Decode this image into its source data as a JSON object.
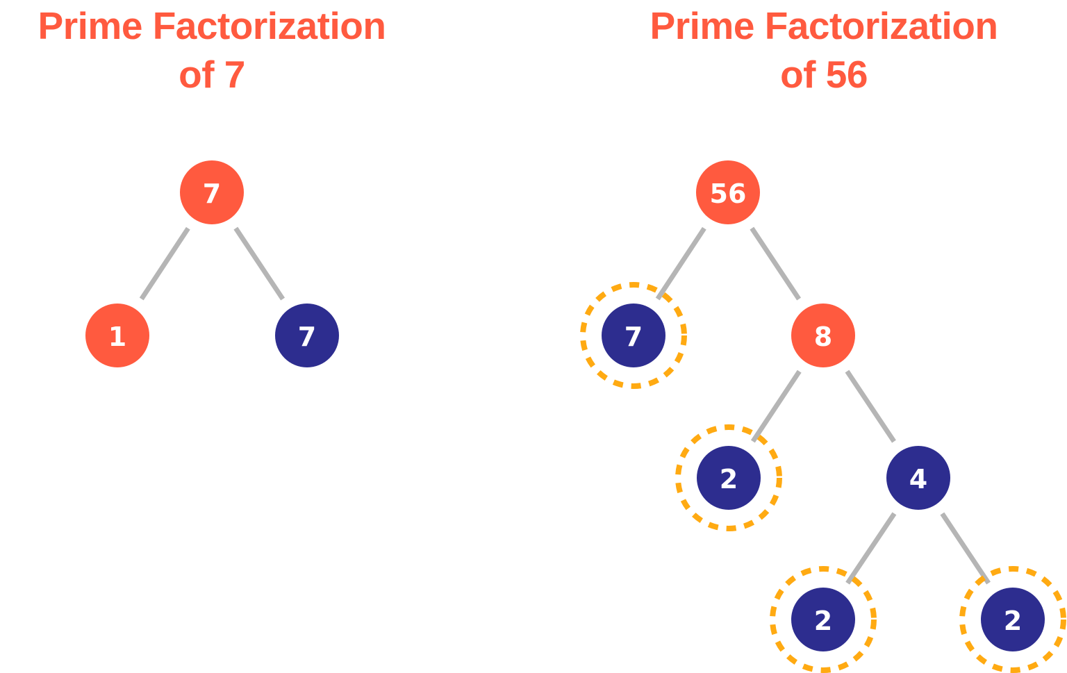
{
  "colors": {
    "title": "#ff5a3f",
    "composite_node": "#ff5a3f",
    "prime_node": "#2d2d8f",
    "edge": "#b5b5b5",
    "prime_ring": "#ffaa12",
    "node_text": "#ffffff"
  },
  "trees": [
    {
      "title_line1": "Prime Factorization",
      "title_line2": "of 7",
      "nodes": [
        {
          "id": "t1-root",
          "label": "7",
          "kind": "composite",
          "highlighted": false
        },
        {
          "id": "t1-left",
          "label": "1",
          "kind": "composite",
          "highlighted": false
        },
        {
          "id": "t1-right",
          "label": "7",
          "kind": "prime",
          "highlighted": false
        }
      ],
      "edges": [
        [
          "t1-root",
          "t1-left"
        ],
        [
          "t1-root",
          "t1-right"
        ]
      ]
    },
    {
      "title_line1": "Prime Factorization",
      "title_line2": "of 56",
      "nodes": [
        {
          "id": "t2-root",
          "label": "56",
          "kind": "composite",
          "highlighted": false
        },
        {
          "id": "t2-7",
          "label": "7",
          "kind": "prime",
          "highlighted": true
        },
        {
          "id": "t2-8",
          "label": "8",
          "kind": "composite",
          "highlighted": false
        },
        {
          "id": "t2-2a",
          "label": "2",
          "kind": "prime",
          "highlighted": true
        },
        {
          "id": "t2-4",
          "label": "4",
          "kind": "prime",
          "highlighted": false
        },
        {
          "id": "t2-2b",
          "label": "2",
          "kind": "prime",
          "highlighted": true
        },
        {
          "id": "t2-2c",
          "label": "2",
          "kind": "prime",
          "highlighted": true
        }
      ],
      "edges": [
        [
          "t2-root",
          "t2-7"
        ],
        [
          "t2-root",
          "t2-8"
        ],
        [
          "t2-8",
          "t2-2a"
        ],
        [
          "t2-8",
          "t2-4"
        ],
        [
          "t2-4",
          "t2-2b"
        ],
        [
          "t2-4",
          "t2-2c"
        ]
      ]
    }
  ]
}
